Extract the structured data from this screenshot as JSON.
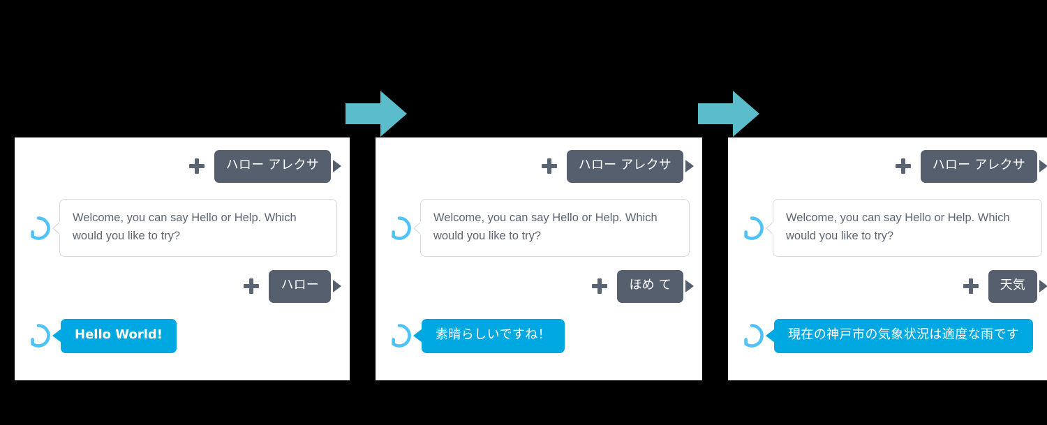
{
  "meta": {
    "background_color": "#000000",
    "panel_background": "#ffffff",
    "arrow_color": "#5bbccb",
    "user_bubble_color": "#565f6e",
    "alexa_bubble_color": "#00a8e1",
    "alexa_ring_color": "#4fc3f7",
    "white_bubble_border": "#d5d9dd",
    "white_bubble_text_color": "#5c6672",
    "plus_icon_color": "#5a6472"
  },
  "arrows": [
    {
      "name": "arrow-step-1-to-2",
      "glyph": "right-arrow-icon"
    },
    {
      "name": "arrow-step-2-to-3",
      "glyph": "right-arrow-icon"
    }
  ],
  "panels": [
    {
      "id": "panel-1",
      "messages": [
        {
          "role": "user",
          "text": "ハロー アレクサ"
        },
        {
          "role": "alexa",
          "style": "white",
          "text": "Welcome, you can say Hello or Help. Which would you like to try?"
        },
        {
          "role": "user",
          "text": "ハロー"
        },
        {
          "role": "alexa",
          "style": "blue",
          "text": "Hello World!"
        }
      ]
    },
    {
      "id": "panel-2",
      "messages": [
        {
          "role": "user",
          "text": "ハロー アレクサ"
        },
        {
          "role": "alexa",
          "style": "white",
          "text": "Welcome, you can say Hello or Help. Which would you like to try?"
        },
        {
          "role": "user",
          "text": "ほめ て"
        },
        {
          "role": "alexa",
          "style": "blue",
          "text": "素晴らしいですね！"
        }
      ]
    },
    {
      "id": "panel-3",
      "messages": [
        {
          "role": "user",
          "text": "ハロー アレクサ"
        },
        {
          "role": "alexa",
          "style": "white",
          "text": "Welcome, you can say Hello or Help. Which would you like to try?"
        },
        {
          "role": "user",
          "text": "天気"
        },
        {
          "role": "alexa",
          "style": "blue",
          "text": "現在の神戸市の気象状況は適度な雨です"
        }
      ]
    }
  ]
}
